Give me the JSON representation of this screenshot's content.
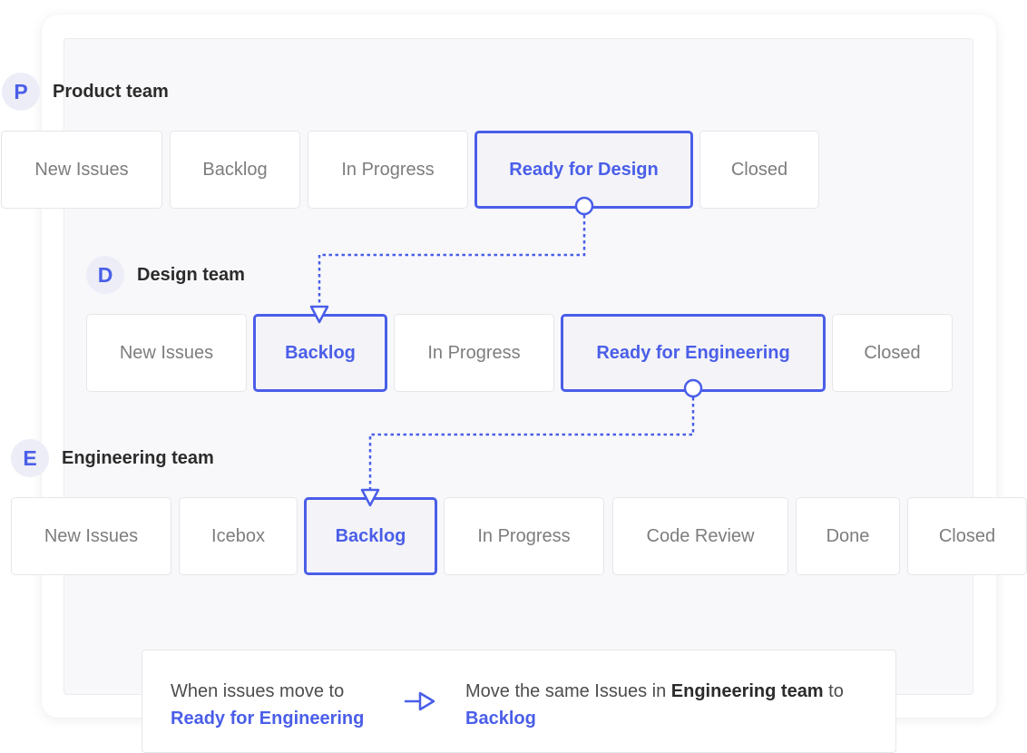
{
  "teams": [
    {
      "letter": "P",
      "name": "Product team",
      "statuses": [
        "New Issues",
        "Backlog",
        "In Progress",
        "Ready for Design",
        "Closed"
      ],
      "active": [
        "Ready for Design"
      ]
    },
    {
      "letter": "D",
      "name": "Design team",
      "statuses": [
        "New Issues",
        "Backlog",
        "In Progress",
        "Ready for Engineering",
        "Closed"
      ],
      "active": [
        "Backlog",
        "Ready for Engineering"
      ]
    },
    {
      "letter": "E",
      "name": "Engineering team",
      "statuses": [
        "New Issues",
        "Icebox",
        "Backlog",
        "In Progress",
        "Code Review",
        "Done",
        "Closed"
      ],
      "active": [
        "Backlog"
      ]
    }
  ],
  "rule": {
    "trigger_text": "When issues move to",
    "trigger_status": "Ready for Engineering",
    "action_text_before": "Move the same Issues in",
    "action_team": "Engineering team",
    "action_text_after": "to",
    "action_status": "Backlog"
  },
  "colors": {
    "accent": "#4a5ee8",
    "text_muted": "#7d7d7d",
    "text_dark": "#2b2b2b"
  },
  "icons": {
    "rule_arrow": "arrow-right-icon",
    "connector": "dotted-connector-arrow"
  }
}
